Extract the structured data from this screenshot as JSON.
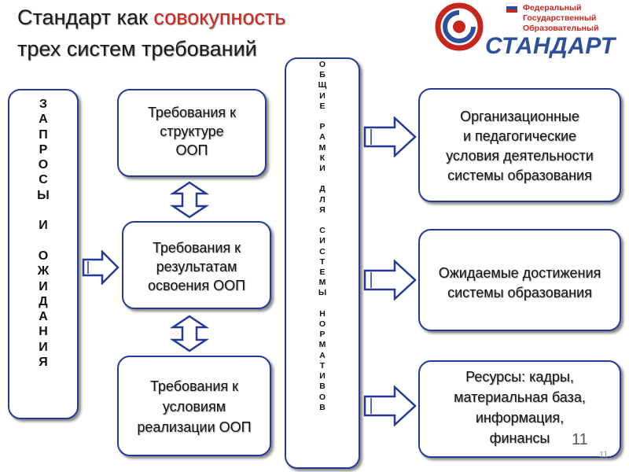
{
  "title": {
    "line1_a": "Стандарт как ",
    "line1_b": "совокупность",
    "line2": "трех систем требований"
  },
  "logo": {
    "line1": "Федеральный",
    "line2": "Государственный",
    "line3": "Образовательный",
    "word": "СТАНДАРТ"
  },
  "left_box": {
    "label": "ЗАПРОСЫ И ОЖИДАНИЯ"
  },
  "center_boxes": {
    "structure": [
      "Требования к",
      "структуре",
      "ООП"
    ],
    "results": [
      "Требования к",
      "результатам",
      "освоения ООП"
    ],
    "conditions": [
      "Требования к",
      "условиям",
      "реализации ООП"
    ]
  },
  "middle_box": {
    "label": "ОБЩИЕ РАМКИ ДЛЯ СИСТЕМЫ НОРМАТИВОВ"
  },
  "right_boxes": {
    "organizational": [
      "Организационные",
      "и педагогические",
      "условия деятельности",
      "системы образования"
    ],
    "achievements": [
      "Ожидаемые достижения",
      "системы образования"
    ],
    "resources": [
      "Ресурсы: кадры,",
      "материальная база,",
      "информация,",
      "финансы"
    ]
  },
  "page_number": "11",
  "page_number_small": "11",
  "colors": {
    "border": "#233a96",
    "accent": "#cc2a20",
    "logo_blue": "#2d4f9c"
  },
  "icons": {
    "arrow_right": "arrow-right-icon",
    "arrow_updown": "arrow-up-down-icon"
  }
}
